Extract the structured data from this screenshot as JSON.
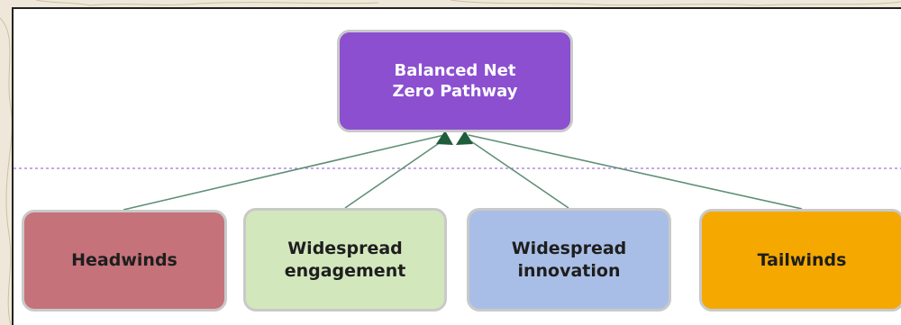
{
  "diagram": {
    "top_node": {
      "line1": "Balanced Net",
      "line2": "Zero Pathway"
    },
    "nodes": [
      {
        "line1": "Headwinds",
        "line2": ""
      },
      {
        "line1": "Widespread",
        "line2": "engagement"
      },
      {
        "line1": "Widespread",
        "line2": "innovation"
      },
      {
        "line1": "Tailwinds",
        "line2": ""
      }
    ]
  },
  "colors": {
    "top_node": "#8b4fd0",
    "headwinds": "#c5727a",
    "engagement": "#d3e7bd",
    "innovation": "#a9bee6",
    "tailwinds": "#f5a800",
    "connector": "#5f8f76",
    "arrowhead": "#1f5d3b",
    "divider": "#b48be0"
  }
}
